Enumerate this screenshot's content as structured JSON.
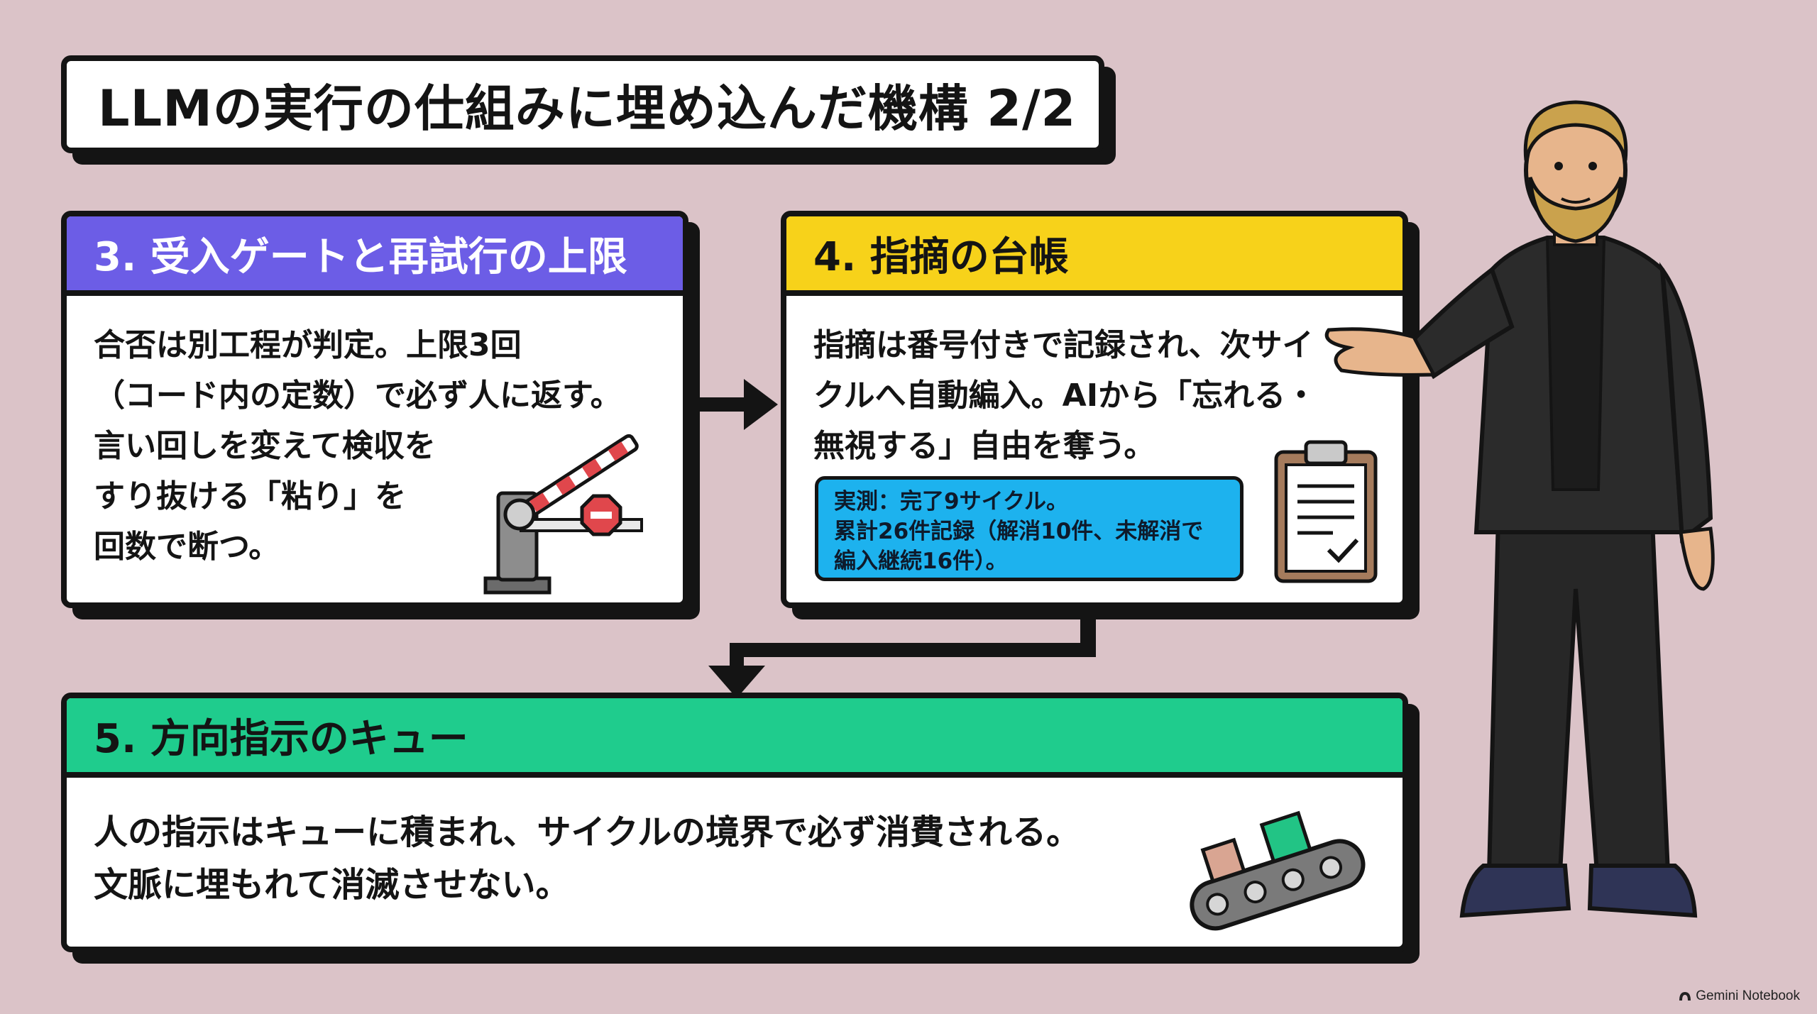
{
  "title": "LLMの実行の仕組みに埋め込んだ機構 2/2",
  "cards": {
    "gate": {
      "heading": "3. 受入ゲートと再試行の上限",
      "lines": [
        "合否は別工程が判定。上限3回",
        "（コード内の定数）で必ず人に返す。",
        "言い回しを変えて検収を",
        "すり抜ける「粘り」を",
        "回数で断つ。"
      ]
    },
    "ledger": {
      "heading": "4. 指摘の台帳",
      "lines": [
        "指摘は番号付きで記録され、次サイ",
        "クルへ自動編入。AIから「忘れる・",
        "無視する」自由を奪う。"
      ],
      "note": [
        "実測：完了9サイクル。",
        "累計26件記録（解消10件、未解消で",
        "編入継続16件）。"
      ]
    },
    "queue": {
      "heading": "5. 方向指示のキュー",
      "lines": [
        "人の指示はキューに積まれ、サイクルの境界で必ず消費される。",
        "文脈に埋もれて消滅させない。"
      ]
    }
  },
  "icons": {
    "gate": "barrier-gate-icon",
    "clipboard": "clipboard-check-icon",
    "conveyor": "conveyor-belt-icon",
    "footer": "gemini-logo-icon"
  },
  "footer": "Gemini Notebook",
  "colors": {
    "background": "#dbc3c8",
    "card3_header": "#6c5de6",
    "card4_header": "#f7d21a",
    "card5_header": "#1fcc8d",
    "note_fill": "#1db2ee"
  }
}
